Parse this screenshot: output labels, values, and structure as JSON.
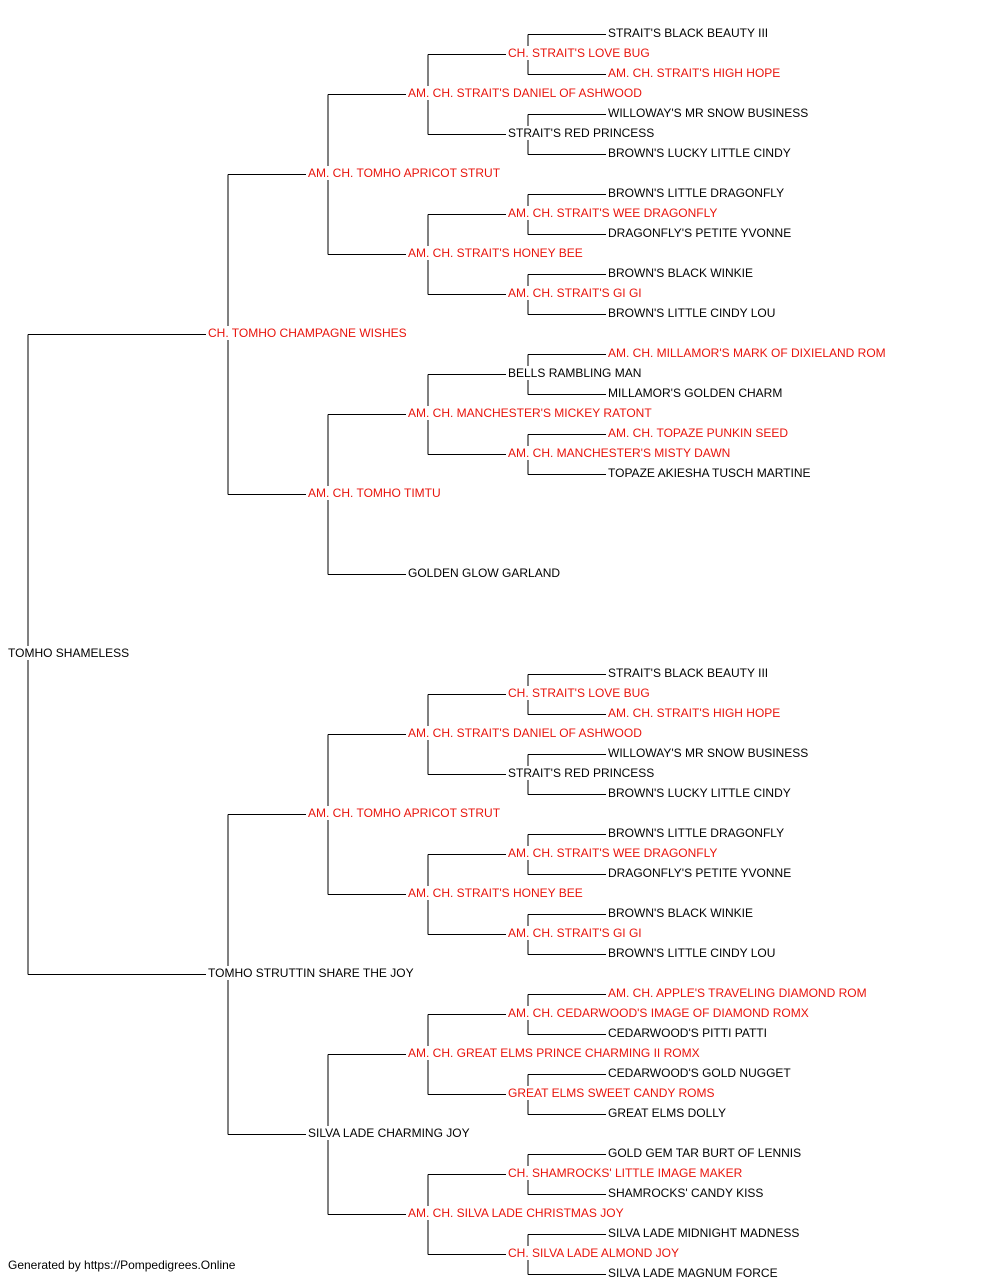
{
  "colors": {
    "champion": "#e8140c",
    "plain": "#000000",
    "line": "#000000"
  },
  "pedigree": [
    {
      "gen": 0,
      "idx": 0,
      "name": "TOMHO SHAMELESS",
      "champion": false
    },
    {
      "gen": 1,
      "idx": 0,
      "name": "CH. TOMHO CHAMPAGNE WISHES",
      "champion": true
    },
    {
      "gen": 1,
      "idx": 1,
      "name": "TOMHO STRUTTIN SHARE THE JOY",
      "champion": false
    },
    {
      "gen": 2,
      "idx": 0,
      "name": "AM. CH. TOMHO APRICOT STRUT",
      "champion": true
    },
    {
      "gen": 2,
      "idx": 1,
      "name": "AM. CH. TOMHO TIMTU",
      "champion": true
    },
    {
      "gen": 2,
      "idx": 2,
      "name": "AM. CH. TOMHO APRICOT STRUT",
      "champion": true
    },
    {
      "gen": 2,
      "idx": 3,
      "name": "SILVA LADE CHARMING JOY",
      "champion": false
    },
    {
      "gen": 3,
      "idx": 0,
      "name": "AM. CH. STRAIT'S DANIEL OF ASHWOOD",
      "champion": true
    },
    {
      "gen": 3,
      "idx": 1,
      "name": "AM. CH. STRAIT'S HONEY BEE",
      "champion": true
    },
    {
      "gen": 3,
      "idx": 2,
      "name": "AM. CH. MANCHESTER'S MICKEY RATONT",
      "champion": true
    },
    {
      "gen": 3,
      "idx": 3,
      "name": "GOLDEN GLOW GARLAND",
      "champion": false
    },
    {
      "gen": 3,
      "idx": 4,
      "name": "AM. CH. STRAIT'S DANIEL OF ASHWOOD",
      "champion": true
    },
    {
      "gen": 3,
      "idx": 5,
      "name": "AM. CH. STRAIT'S HONEY BEE",
      "champion": true
    },
    {
      "gen": 3,
      "idx": 6,
      "name": "AM. CH. GREAT ELMS PRINCE CHARMING II ROMX",
      "champion": true
    },
    {
      "gen": 3,
      "idx": 7,
      "name": "AM. CH. SILVA LADE CHRISTMAS JOY",
      "champion": true
    },
    {
      "gen": 4,
      "idx": 0,
      "name": "CH. STRAIT'S LOVE BUG",
      "champion": true
    },
    {
      "gen": 4,
      "idx": 1,
      "name": "STRAIT'S RED PRINCESS",
      "champion": false
    },
    {
      "gen": 4,
      "idx": 2,
      "name": "AM. CH. STRAIT'S WEE DRAGONFLY",
      "champion": true
    },
    {
      "gen": 4,
      "idx": 3,
      "name": "AM. CH. STRAIT'S GI GI",
      "champion": true
    },
    {
      "gen": 4,
      "idx": 4,
      "name": "BELLS RAMBLING MAN",
      "champion": false
    },
    {
      "gen": 4,
      "idx": 5,
      "name": "AM. CH. MANCHESTER'S MISTY DAWN",
      "champion": true
    },
    {
      "gen": 4,
      "idx": 8,
      "name": "CH. STRAIT'S LOVE BUG",
      "champion": true
    },
    {
      "gen": 4,
      "idx": 9,
      "name": "STRAIT'S RED PRINCESS",
      "champion": false
    },
    {
      "gen": 4,
      "idx": 10,
      "name": "AM. CH. STRAIT'S WEE DRAGONFLY",
      "champion": true
    },
    {
      "gen": 4,
      "idx": 11,
      "name": "AM. CH. STRAIT'S GI GI",
      "champion": true
    },
    {
      "gen": 4,
      "idx": 12,
      "name": "AM. CH. CEDARWOOD'S IMAGE OF DIAMOND ROMX",
      "champion": true
    },
    {
      "gen": 4,
      "idx": 13,
      "name": "GREAT ELMS SWEET CANDY ROMS",
      "champion": true
    },
    {
      "gen": 4,
      "idx": 14,
      "name": "CH. SHAMROCKS' LITTLE IMAGE MAKER",
      "champion": true
    },
    {
      "gen": 4,
      "idx": 15,
      "name": "CH. SILVA LADE ALMOND JOY",
      "champion": true
    },
    {
      "gen": 5,
      "idx": 0,
      "name": "STRAIT'S BLACK BEAUTY III",
      "champion": false
    },
    {
      "gen": 5,
      "idx": 1,
      "name": "AM. CH. STRAIT'S HIGH HOPE",
      "champion": true
    },
    {
      "gen": 5,
      "idx": 2,
      "name": "WILLOWAY'S MR SNOW BUSINESS",
      "champion": false
    },
    {
      "gen": 5,
      "idx": 3,
      "name": "BROWN'S LUCKY LITTLE CINDY",
      "champion": false
    },
    {
      "gen": 5,
      "idx": 4,
      "name": "BROWN'S LITTLE DRAGONFLY",
      "champion": false
    },
    {
      "gen": 5,
      "idx": 5,
      "name": "DRAGONFLY'S PETITE YVONNE",
      "champion": false
    },
    {
      "gen": 5,
      "idx": 6,
      "name": "BROWN'S BLACK WINKIE",
      "champion": false
    },
    {
      "gen": 5,
      "idx": 7,
      "name": "BROWN'S LITTLE CINDY LOU",
      "champion": false
    },
    {
      "gen": 5,
      "idx": 8,
      "name": "AM. CH. MILLAMOR'S MARK OF DIXIELAND ROM",
      "champion": true
    },
    {
      "gen": 5,
      "idx": 9,
      "name": "MILLAMOR'S GOLDEN CHARM",
      "champion": false
    },
    {
      "gen": 5,
      "idx": 10,
      "name": "AM. CH. TOPAZE PUNKIN SEED",
      "champion": true
    },
    {
      "gen": 5,
      "idx": 11,
      "name": "TOPAZE AKIESHA TUSCH MARTINE",
      "champion": false
    },
    {
      "gen": 5,
      "idx": 16,
      "name": "STRAIT'S BLACK BEAUTY III",
      "champion": false
    },
    {
      "gen": 5,
      "idx": 17,
      "name": "AM. CH. STRAIT'S HIGH HOPE",
      "champion": true
    },
    {
      "gen": 5,
      "idx": 18,
      "name": "WILLOWAY'S MR SNOW BUSINESS",
      "champion": false
    },
    {
      "gen": 5,
      "idx": 19,
      "name": "BROWN'S LUCKY LITTLE CINDY",
      "champion": false
    },
    {
      "gen": 5,
      "idx": 20,
      "name": "BROWN'S LITTLE DRAGONFLY",
      "champion": false
    },
    {
      "gen": 5,
      "idx": 21,
      "name": "DRAGONFLY'S PETITE YVONNE",
      "champion": false
    },
    {
      "gen": 5,
      "idx": 22,
      "name": "BROWN'S BLACK WINKIE",
      "champion": false
    },
    {
      "gen": 5,
      "idx": 23,
      "name": "BROWN'S LITTLE CINDY LOU",
      "champion": false
    },
    {
      "gen": 5,
      "idx": 24,
      "name": "AM. CH. APPLE'S TRAVELING DIAMOND ROM",
      "champion": true
    },
    {
      "gen": 5,
      "idx": 25,
      "name": "CEDARWOOD'S PITTI PATTI",
      "champion": false
    },
    {
      "gen": 5,
      "idx": 26,
      "name": "CEDARWOOD'S GOLD NUGGET",
      "champion": false
    },
    {
      "gen": 5,
      "idx": 27,
      "name": "GREAT ELMS DOLLY",
      "champion": false
    },
    {
      "gen": 5,
      "idx": 28,
      "name": "GOLD GEM TAR BURT OF LENNIS",
      "champion": false
    },
    {
      "gen": 5,
      "idx": 29,
      "name": "SHAMROCKS' CANDY KISS",
      "champion": false
    },
    {
      "gen": 5,
      "idx": 30,
      "name": "SILVA LADE MIDNIGHT MADNESS",
      "champion": false
    },
    {
      "gen": 5,
      "idx": 31,
      "name": "SILVA LADE MAGNUM FORCE",
      "champion": false
    }
  ],
  "footer": {
    "text": "Generated by https://Pompedigrees.Online"
  }
}
